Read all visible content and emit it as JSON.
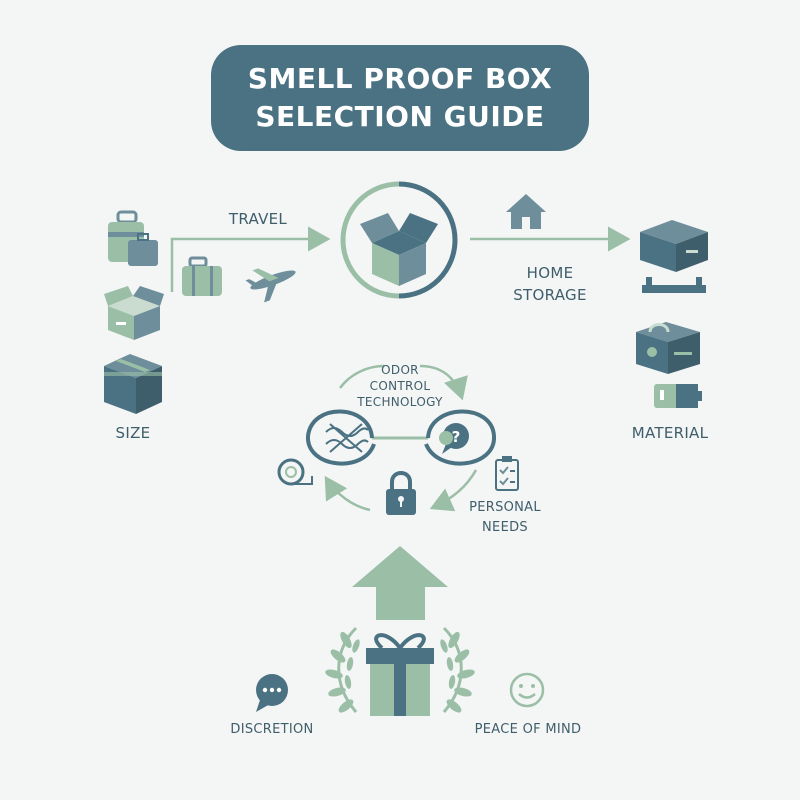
{
  "title": {
    "line1": "SMELL PROOF BOX",
    "line2": "SELECTION GUIDE"
  },
  "labels": {
    "travel": "TRAVEL",
    "home_line1": "HOME",
    "home_line2": "STORAGE",
    "size": "SIZE",
    "material": "MATERIAL",
    "odor_line1": "ODOR",
    "odor_line2": "CONTROL",
    "odor_line3": "TECHNOLOGY",
    "personal_line1": "PERSONAL",
    "personal_line2": "NEEDS",
    "discretion": "DISCRETION",
    "peace": "PEACE OF MIND"
  },
  "colors": {
    "dark": "#4a7282",
    "mid": "#6d8e9a",
    "light": "#9bbfa6",
    "background": "#f4f5f5"
  },
  "icons": [
    "luggage-icon",
    "open-box-icon",
    "closed-box-icon",
    "airplane-icon",
    "house-icon",
    "storage-bin-icon",
    "tray-icon",
    "container-icon",
    "battery-icon",
    "no-smell-icon",
    "question-bubble-icon",
    "lock-icon",
    "tape-icon",
    "checklist-icon",
    "up-arrow-icon",
    "gift-icon",
    "laurel-icon",
    "chat-bubble-icon",
    "smile-icon"
  ]
}
